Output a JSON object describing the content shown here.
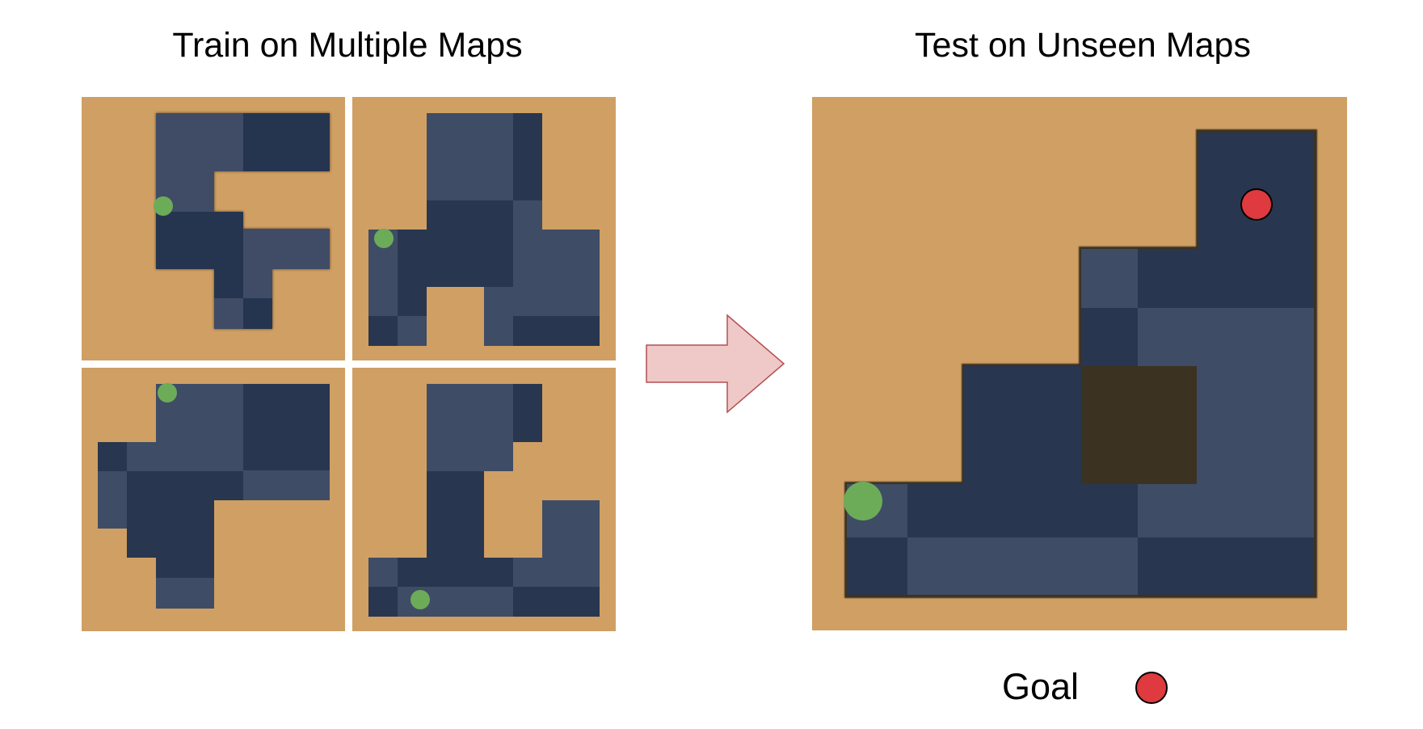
{
  "left_heading": "Train on Multiple Maps",
  "right_heading": "Test on Unseen Maps",
  "legend": {
    "goal_label": "Goal"
  },
  "colors": {
    "ground": "#cf9f63",
    "floor_dark": "#283650",
    "floor_light": "#3f4c66",
    "agent": "#6cac58",
    "goal": "#de3a3f",
    "arrow_fill": "#efc8c8",
    "arrow_stroke": "#b45050"
  }
}
